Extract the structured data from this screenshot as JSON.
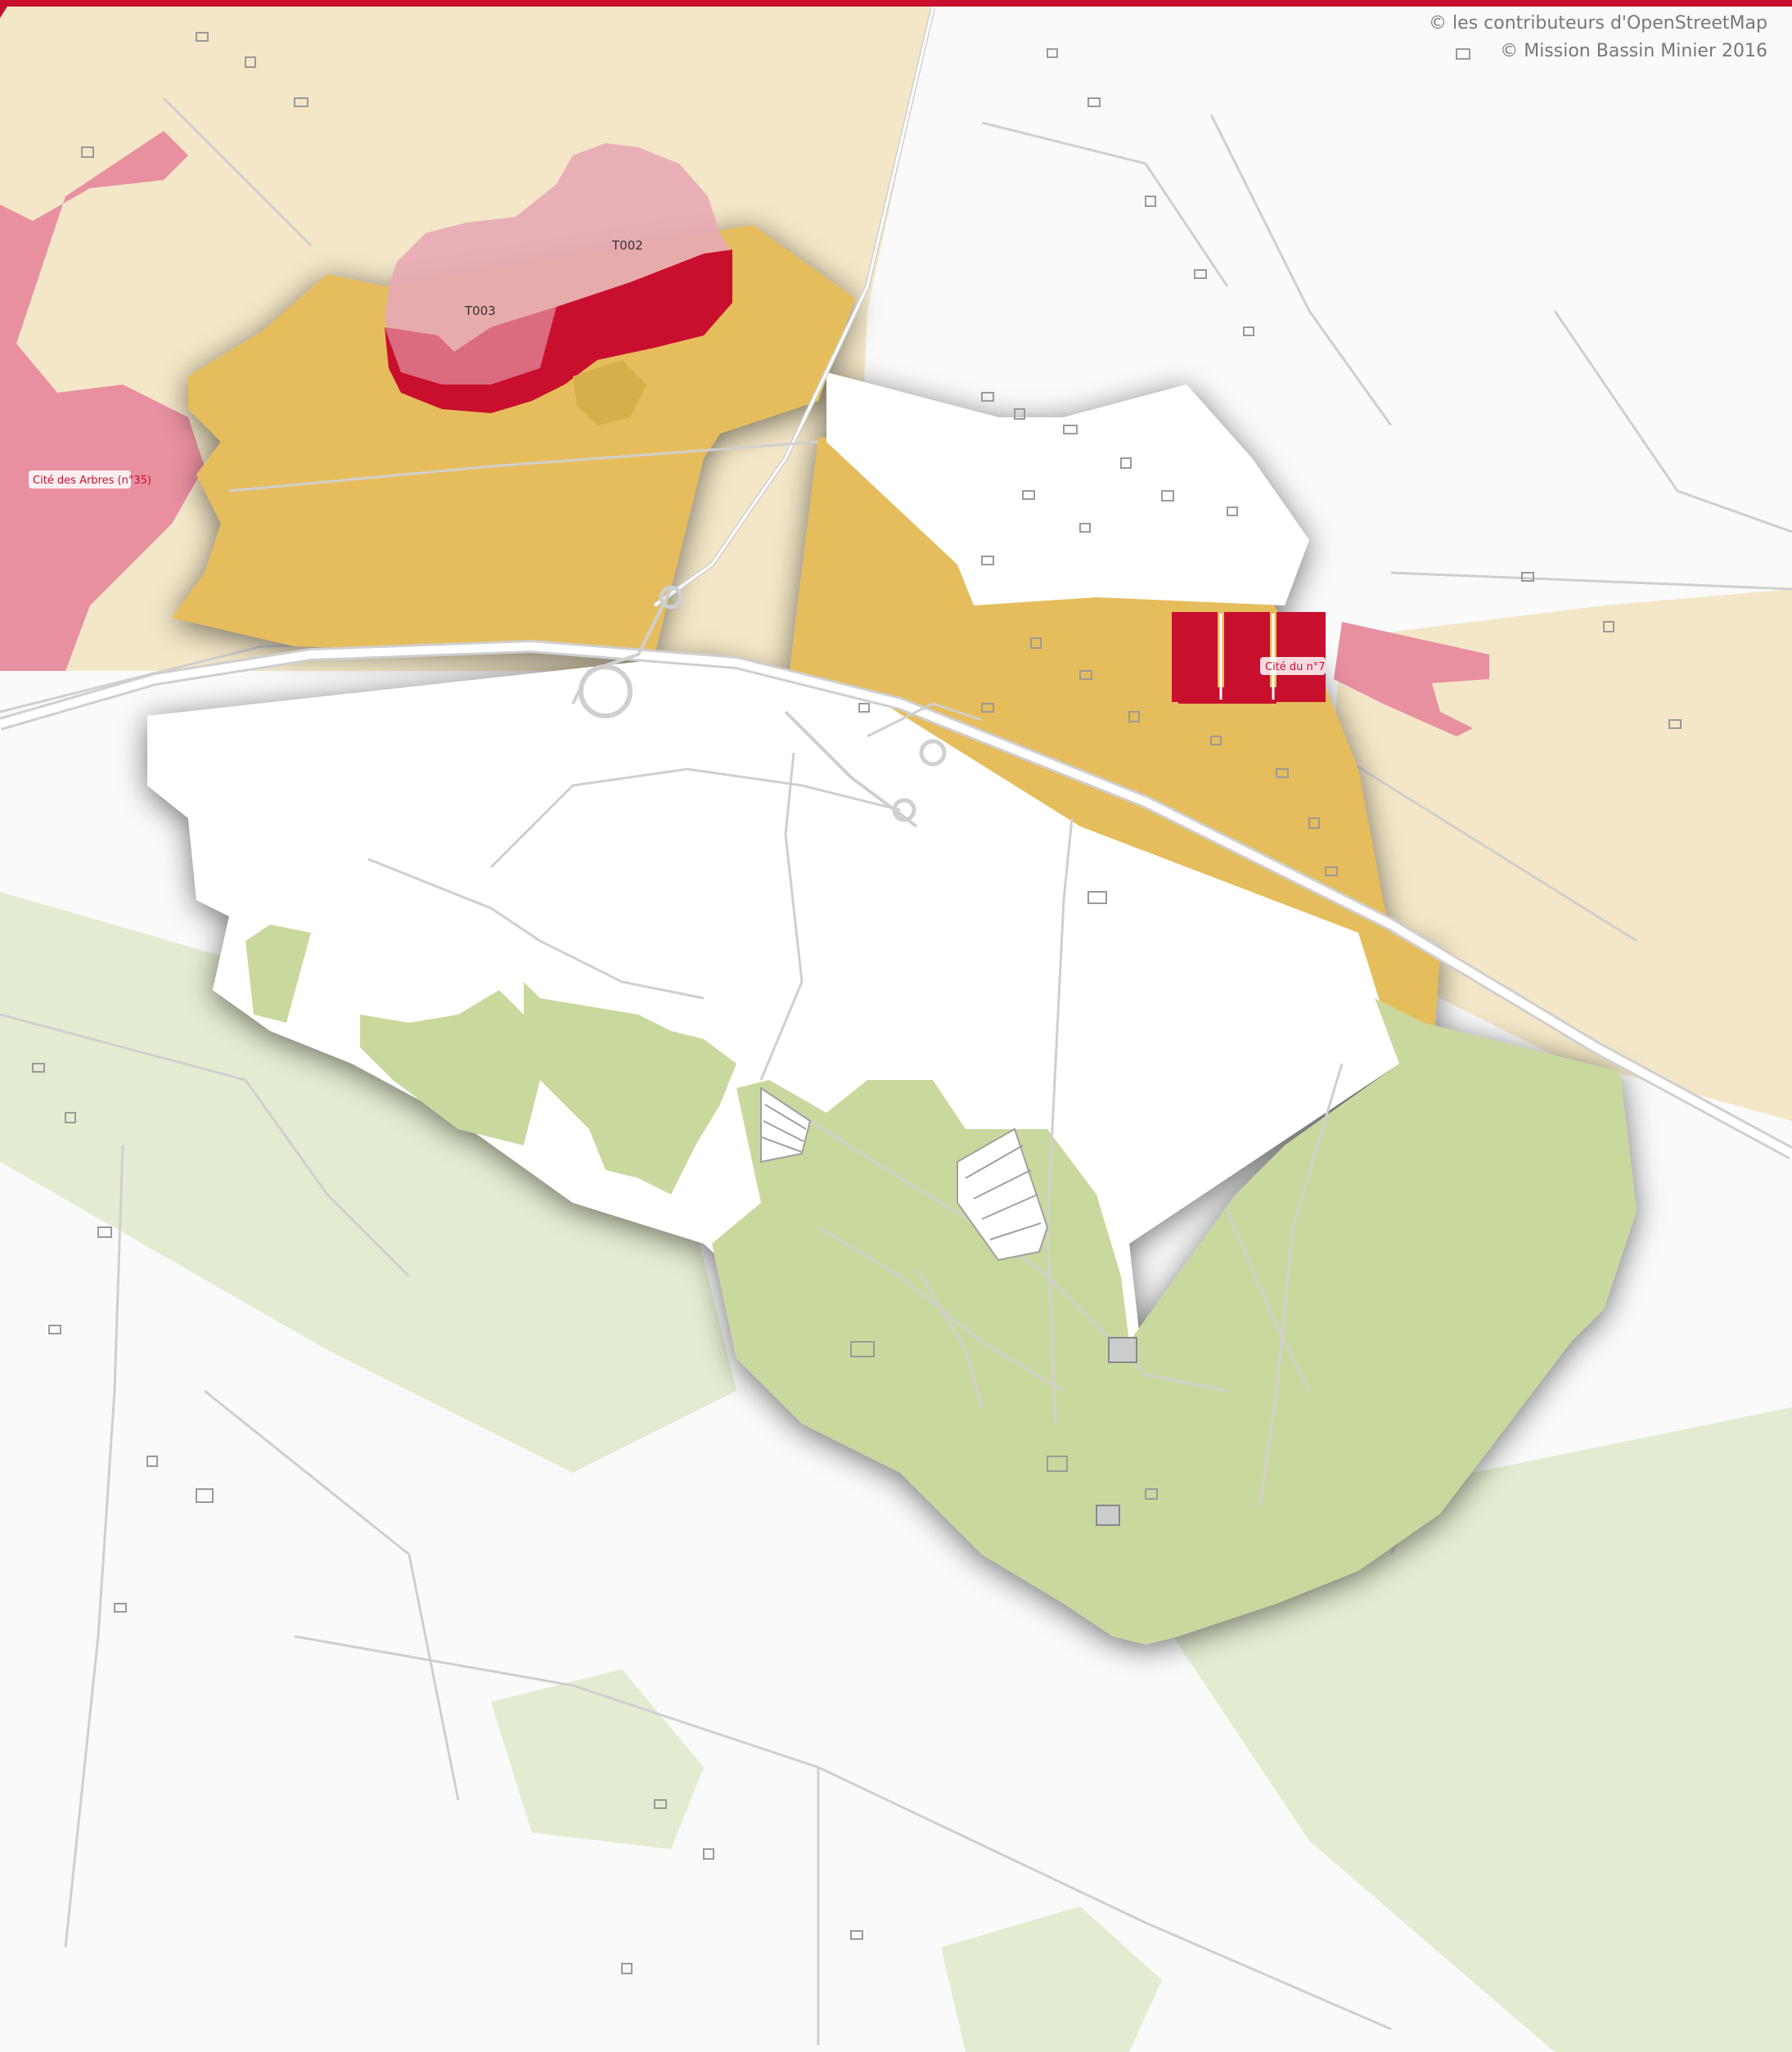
{
  "attribution": {
    "line1": "© les contributeurs d'OpenStreetMap",
    "line2": "© Mission Bassin Minier 2016"
  },
  "labels": {
    "cite_arbres": "Cité des Arbres (n°35)",
    "cite_n7": "Cité du n°7",
    "zone_t002": "T002",
    "zone_t003": "T003"
  },
  "colors": {
    "top_bar": "#c8102e",
    "buffer_zone": "#e6bd5c",
    "buffer_light": "#f3e7c7",
    "green_zone": "#c9d99d",
    "green_light": "#e3ecd0",
    "cite_pink": "#e88fa0",
    "core_red": "#c8102e",
    "pink_zone": "#e8a8b4",
    "white_zone": "#ffffff"
  }
}
